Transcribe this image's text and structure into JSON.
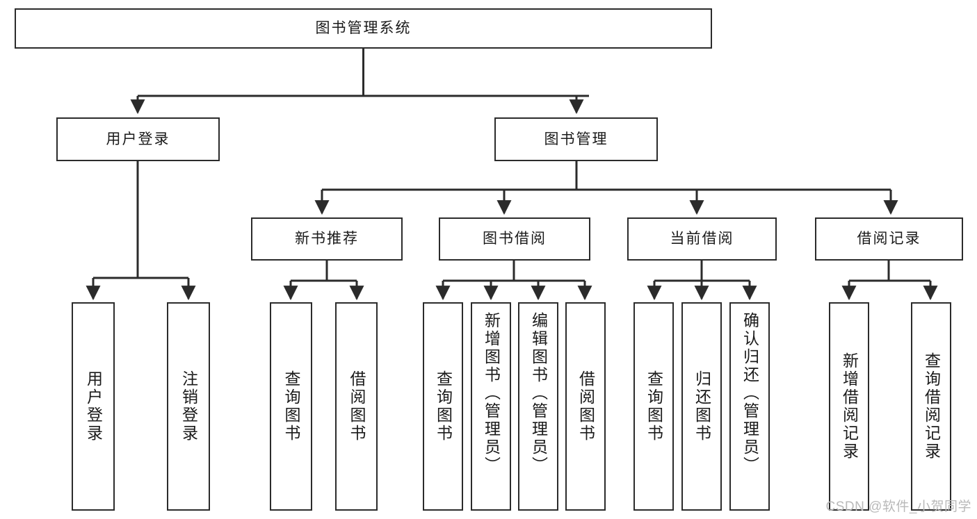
{
  "diagram": {
    "type": "tree",
    "title": "图书管理系统",
    "watermark": "CSDN @软件_小贺同学",
    "colors": {
      "box_border": "#2b2b2b",
      "box_fill": "#ffffff",
      "connector": "#2b2b2b",
      "text": "#1a1a1a",
      "watermark": "#b9b9b9",
      "background": "#ffffff"
    },
    "root": {
      "label": "图书管理系统"
    },
    "level2": [
      {
        "label": "用户登录"
      },
      {
        "label": "图书管理"
      }
    ],
    "level3": [
      {
        "label": "新书推荐"
      },
      {
        "label": "图书借阅"
      },
      {
        "label": "当前借阅"
      },
      {
        "label": "借阅记录"
      }
    ],
    "leaves": {
      "user_login": [
        {
          "label": "用户登录"
        },
        {
          "label": "注销登录"
        }
      ],
      "new_book": [
        {
          "label": "查询图书"
        },
        {
          "label": "借阅图书"
        }
      ],
      "book_borrow": [
        {
          "label": "查询图书"
        },
        {
          "label": "新增图书（管理员）"
        },
        {
          "label": "编辑图书（管理员）"
        },
        {
          "label": "借阅图书"
        }
      ],
      "current_borrow": [
        {
          "label": "查询图书"
        },
        {
          "label": "归还图书"
        },
        {
          "label": "确认归还（管理员）"
        }
      ],
      "borrow_record": [
        {
          "label": "新增借阅记录"
        },
        {
          "label": "查询借阅记录"
        }
      ]
    }
  }
}
